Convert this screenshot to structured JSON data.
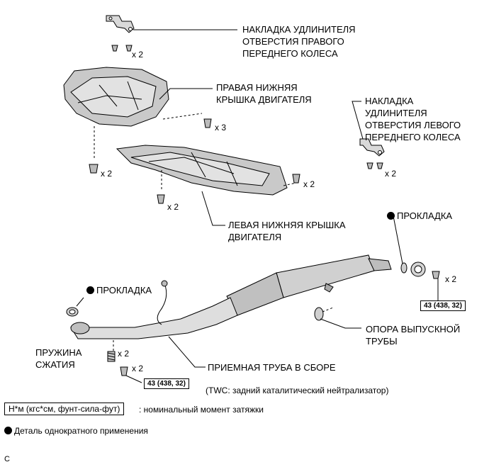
{
  "labels": {
    "right_extension_cover": [
      "НАКЛАДКА УДЛИНИТЕЛЯ",
      "ОТВЕРСТИЯ ПРАВОГО",
      "ПЕРЕДНЕГО КОЛЕСА"
    ],
    "right_lower_cover": [
      "ПРАВАЯ НИЖНЯЯ",
      "КРЫШКА ДВИГАТЕЛЯ"
    ],
    "left_extension_cover": [
      "НАКЛАДКА",
      "УДЛИНИТЕЛЯ",
      "ОТВЕРСТИЯ ЛЕВОГО",
      "ПЕРЕДНЕГО КОЛЕСА"
    ],
    "left_lower_cover": [
      "ЛЕВАЯ НИЖНЯЯ КРЫШКА",
      "ДВИГАТЕЛЯ"
    ],
    "gasket_top": "ПРОКЛАДКА",
    "gasket_left": "ПРОКЛАДКА",
    "exhaust_support": [
      "ОПОРА ВЫПУСКНОЙ",
      "ТРУБЫ"
    ],
    "compression_spring": [
      "ПРУЖИНА",
      "СЖАТИЯ"
    ],
    "front_pipe": "ПРИЕМНАЯ ТРУБА В СБОРЕ",
    "twc_note": "(TWC: задний каталитический нейтрализатор)"
  },
  "counts": {
    "c1": "x 2",
    "c2": "x 3",
    "c3": "x 2",
    "c4": "x 2",
    "c5": "x 2",
    "c6": "x 2",
    "c7": "x 2",
    "c8": "x 2",
    "c9": "x 2"
  },
  "torque": {
    "right": "43 (438, 32)",
    "left": "43 (438, 32)"
  },
  "legend": {
    "torque_unit": "Н*м (кгс*см, фунт-сила-фут)",
    "torque_desc": ": номинальный момент затяжки",
    "non_reusable": "Деталь однократного применения"
  },
  "corner_mark": "C"
}
